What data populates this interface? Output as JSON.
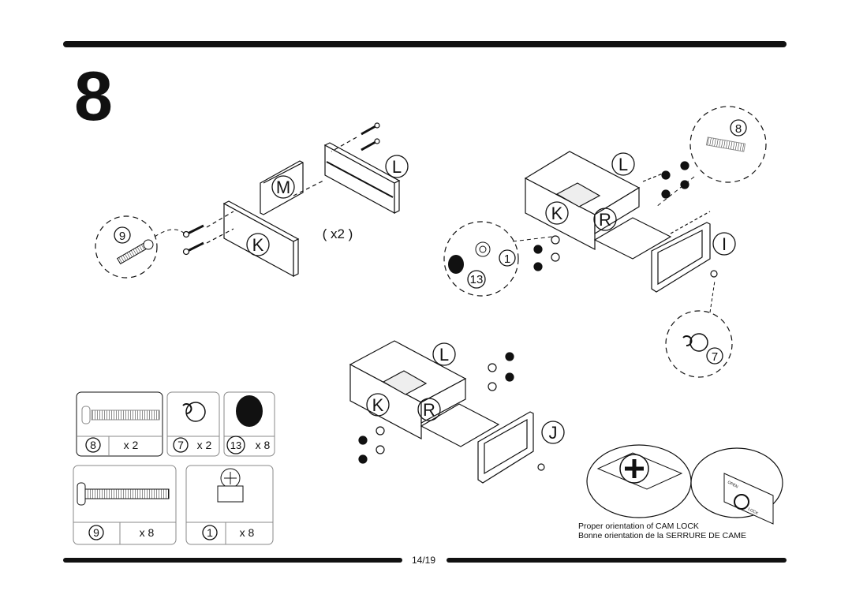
{
  "step": "8",
  "page": "14/19",
  "multiplier": "( x2 )",
  "labels": {
    "M": "M",
    "L": "L",
    "K": "K",
    "R": "R",
    "I": "I",
    "J": "J"
  },
  "callout_numbers": {
    "n1": "1",
    "n7": "7",
    "n8": "8",
    "n9": "9",
    "n13": "13"
  },
  "parts": [
    {
      "id": "8",
      "qty": "x 2"
    },
    {
      "id": "7",
      "qty": "x 2"
    },
    {
      "id": "13",
      "qty": "x 8"
    },
    {
      "id": "9",
      "qty": "x 8"
    },
    {
      "id": "1",
      "qty": "x 8"
    }
  ],
  "cam_lock_tags": {
    "open": "OPEN",
    "lock": "LOCK"
  },
  "caption": {
    "en": "Proper orientation of CAM LOCK",
    "fr": "Bonne orientation de la SERRURE DE CAME"
  }
}
